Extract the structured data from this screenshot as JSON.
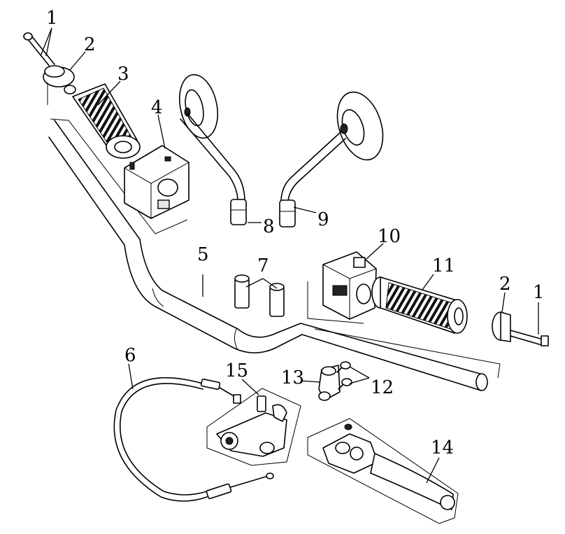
{
  "callouts": {
    "c1a": "1",
    "c2a": "2",
    "c3": "3",
    "c4": "4",
    "c5": "5",
    "c6": "6",
    "c7": "7",
    "c8": "8",
    "c9": "9",
    "c10": "10",
    "c11": "11",
    "c2b": "2",
    "c1b": "1",
    "c12": "12",
    "c13": "13",
    "c14": "14",
    "c15": "15"
  },
  "colors": {
    "ink": "#000000",
    "background": "#ffffff",
    "shade": "#e6e6e6"
  }
}
